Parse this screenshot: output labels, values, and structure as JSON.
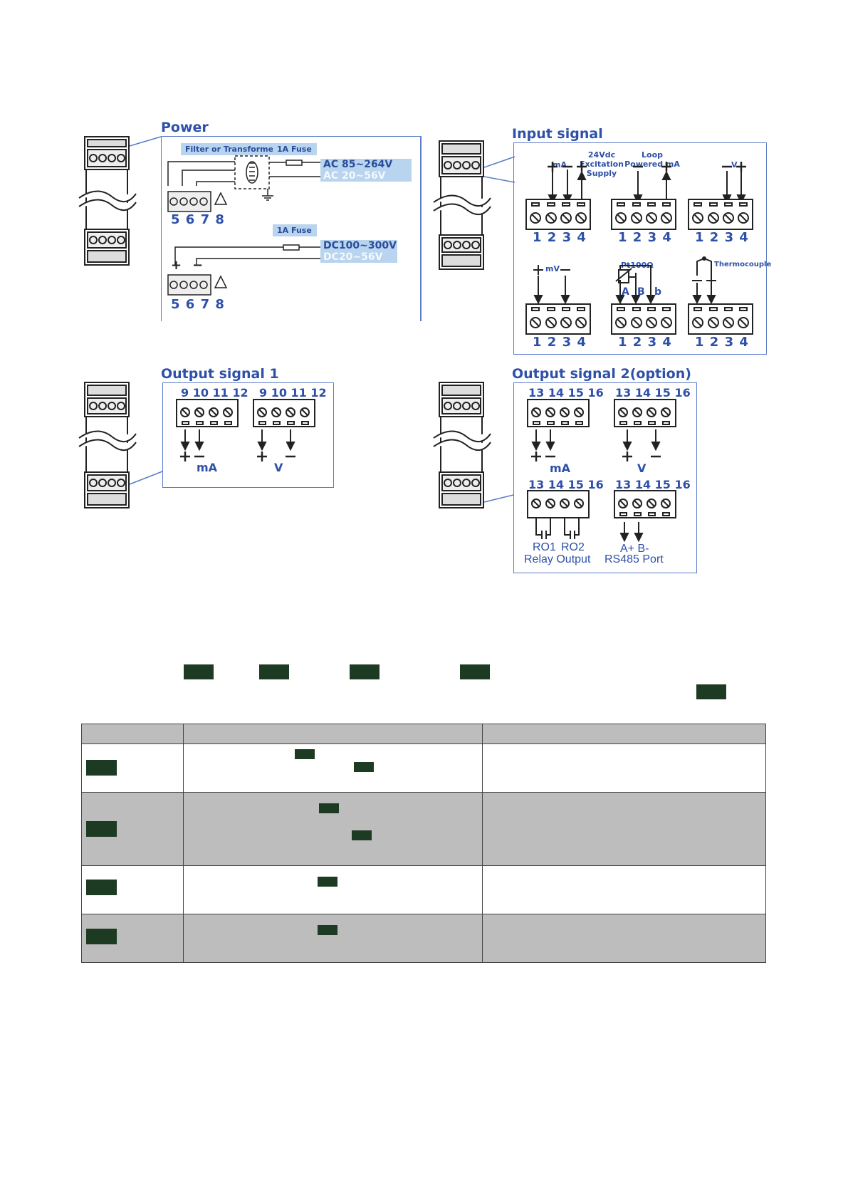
{
  "power": {
    "title": "Power",
    "filter_label": "Filter or Transformer",
    "fuse_label": "1A Fuse",
    "ac_high": "AC 85~264V",
    "ac_low": "AC 20~56V",
    "dc_high": "DC100~300V",
    "dc_low": "DC20~56V",
    "terminal_numbers": "5 6 7 8",
    "plus": "+",
    "minus": "−"
  },
  "input": {
    "title": "Input signal",
    "ma_label": "mA",
    "excitation_label": "24Vdc Excitation Supply",
    "loop_label": "Loop Powered mA",
    "v_label": "V",
    "mv_label": "mV",
    "pt100_label": "Pt100Ω",
    "pt100_a": "A",
    "pt100_b": "B",
    "pt100_lower_b": "b",
    "thermo_label": "Thermocouple",
    "terminal_numbers": "1 2 3 4"
  },
  "output1": {
    "title": "Output signal 1",
    "terminal_numbers": "9 10 11 12",
    "ma_label": "mA",
    "v_label": "V"
  },
  "output2": {
    "title": "Output signal 2(option)",
    "terminal_numbers": "13 14 15 16",
    "ma_label": "mA",
    "v_label": "V",
    "ro1": "RO1",
    "ro2": "RO2",
    "relay_label": "Relay Output",
    "rs485_ab": "A+ B-",
    "rs485_label": "RS485 Port"
  }
}
